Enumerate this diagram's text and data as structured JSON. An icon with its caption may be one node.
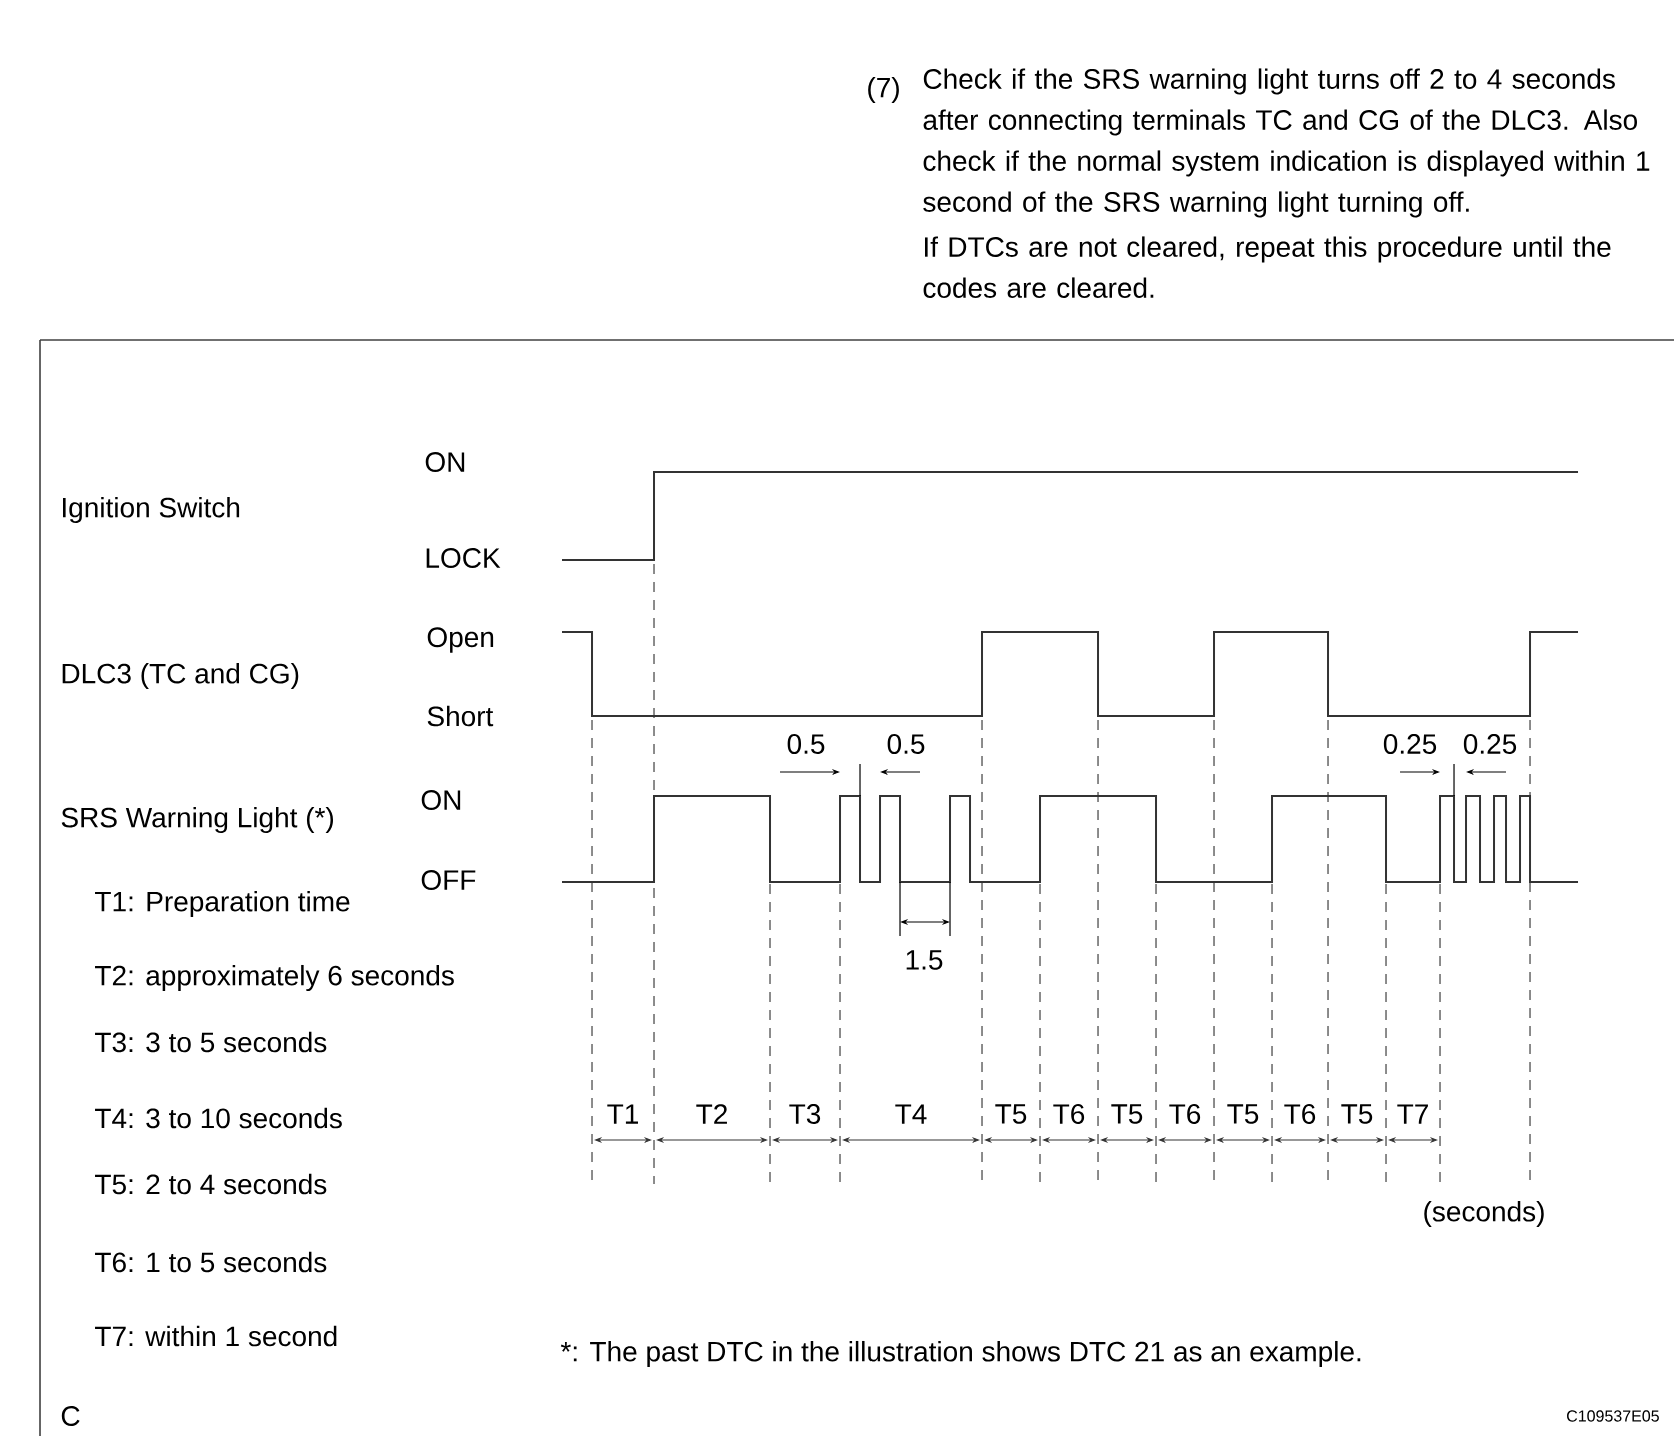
{
  "diagram": {
    "labels": [
      "(7)",
      "Check if the SRS warning light turns off 2 to 4 seconds after connecting terminals TC and CG of the DLC3. Also check if the normal system indication is displayed within 1 second of the SRS warning light turning off.",
      "If DTCs are not cleared, repeat this procedure until the codes are cleared.",
      "ON",
      "Ignition Switch",
      "LOCK",
      "Open",
      "DLC3 (TC and CG)",
      "Short",
      "0.5",
      "0.5",
      "0.25",
      "0.25",
      "SRS Warning Light (*)",
      "ON",
      "T1: Preparation time",
      "OFF",
      "1.5",
      "T2: approximately 6 seconds",
      "T3: 3 to 5 seconds",
      "T4: 3 to 10 seconds",
      "T1",
      "T2",
      "T3",
      "T4",
      "T5",
      "T6",
      "T5",
      "T6",
      "T5",
      "T6",
      "T5",
      "T7",
      "T5: 2 to 4 seconds",
      "(seconds)",
      "T6: 1 to 5 seconds",
      "T7: within 1 second",
      "*: The past DTC in the illustration shows DTC 21 as an example.",
      "C",
      "C109537E05"
    ]
  }
}
